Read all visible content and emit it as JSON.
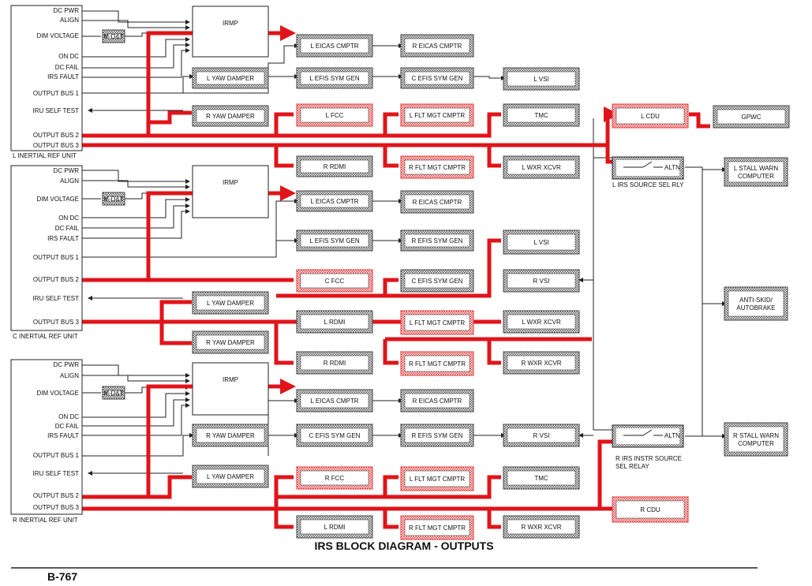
{
  "title": "IRS BLOCK DIAGRAM - OUTPUTS",
  "footer": "B-767",
  "colors": {
    "bus": "#e0141a",
    "line": "#222222",
    "hatch": "#555555",
    "highlight": "#e53b3b"
  },
  "units": [
    {
      "id": "L",
      "label": "L INERTIAL REF UNIT",
      "ports": [
        "DC PWR",
        "ALIGN",
        "DIM VOLTAGE",
        "ON DC",
        "DC FAIL",
        "IRS FAULT",
        "OUTPUT BUS 1",
        "IRU SELF TEST",
        "OUTPUT BUS 2",
        "OUTPUT BUS 3"
      ]
    },
    {
      "id": "C",
      "label": "C INERTIAL REF UNIT",
      "ports": [
        "DC PWR",
        "ALIGN",
        "DIM VOLTAGE",
        "ON DC",
        "DC FAIL",
        "IRS FAULT",
        "OUTPUT BUS 1",
        "OUTPUT BUS 2",
        "IRU SELF TEST",
        "OUTPUT BUS 3"
      ]
    },
    {
      "id": "R",
      "label": "R INERTIAL REF UNIT",
      "ports": [
        "DC PWR",
        "ALIGN",
        "DIM VOLTAGE",
        "ON DC",
        "DC FAIL",
        "IRS FAULT",
        "OUTPUT BUS 1",
        "IRU SELF TEST",
        "OUTPUT BUS 2",
        "OUTPUT BUS 3"
      ]
    }
  ],
  "blocks": [
    {
      "label": "IRMP"
    },
    {
      "label": "M-D&T"
    },
    {
      "label": "L EICAS CMPTR"
    },
    {
      "label": "R EICAS CMPTR"
    },
    {
      "label": "L YAW DAMPER"
    },
    {
      "label": "L EFIS SYM GEN"
    },
    {
      "label": "C EFIS SYM GEN"
    },
    {
      "label": "L VSI"
    },
    {
      "label": "R YAW DAMPER"
    },
    {
      "label": "L FCC"
    },
    {
      "label": "L FLT MGT CMPTR"
    },
    {
      "label": "TMC"
    },
    {
      "label": "L CDU"
    },
    {
      "label": "GPWC"
    },
    {
      "label": "R RDMI"
    },
    {
      "label": "R FLT MGT CMPTR"
    },
    {
      "label": "L WXR XCVR"
    },
    {
      "label": "L STALL WARN COMPUTER"
    },
    {
      "label": "IRMP"
    },
    {
      "label": "M-D&T"
    },
    {
      "label": "L EICAS CMPTR"
    },
    {
      "label": "R EICAS CMPTR"
    },
    {
      "label": "L EFIS SYM GEN"
    },
    {
      "label": "R EFIS SYM GEN"
    },
    {
      "label": "L VSI"
    },
    {
      "label": "C FCC"
    },
    {
      "label": "C EFIS SYM GEN"
    },
    {
      "label": "R VSI"
    },
    {
      "label": "ANTI-SKID/ AUTOBRAKE"
    },
    {
      "label": "L YAW DAMPER"
    },
    {
      "label": "L RDMI"
    },
    {
      "label": "L FLT MGT CMPTR"
    },
    {
      "label": "L WXR XCVR"
    },
    {
      "label": "R YAW DAMPER"
    },
    {
      "label": "R RDMI"
    },
    {
      "label": "R FLT MGT CMPTR"
    },
    {
      "label": "R WXR XCVR"
    },
    {
      "label": "IRMP"
    },
    {
      "label": "M-D&T"
    },
    {
      "label": "L EICAS CMPTR"
    },
    {
      "label": "R EICAS CMPTR"
    },
    {
      "label": "R YAW DAMPER"
    },
    {
      "label": "C EFIS SYM GEN"
    },
    {
      "label": "R EFIS SYM GEN"
    },
    {
      "label": "R VSI"
    },
    {
      "label": "R STALL WARN COMPUTER"
    },
    {
      "label": "L YAW DAMPER"
    },
    {
      "label": "R FCC"
    },
    {
      "label": "L FLT MGT CMPTR"
    },
    {
      "label": "TMC"
    },
    {
      "label": "R CDU"
    },
    {
      "label": "L RDMI"
    },
    {
      "label": "R FLT MGT CMPTR"
    },
    {
      "label": "R WXR XCVR"
    }
  ],
  "relays": [
    {
      "caption": "L IRS SOURCE SEL RLY",
      "contact": "ALTN"
    },
    {
      "caption": "R IRS INSTR SOURCE SEL RELAY",
      "contact": "ALTN"
    }
  ]
}
